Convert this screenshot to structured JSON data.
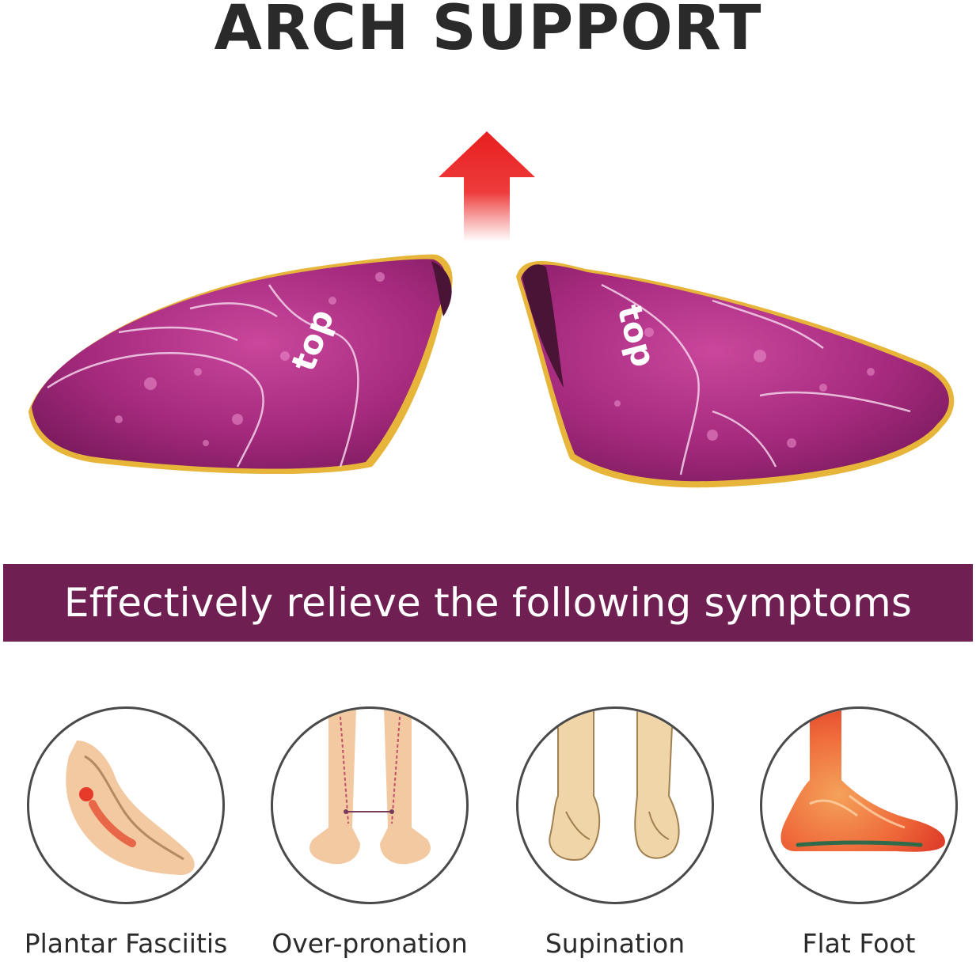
{
  "header": {
    "title": "ARCH SUPPORT"
  },
  "product": {
    "brand_mark": "top",
    "arrow_icon": "up-arrow-icon",
    "colors": {
      "insole": "#9b1f74",
      "edge": "#e6b53a",
      "arrow": "#e81f1f"
    }
  },
  "banner": {
    "text": "Effectively relieve the following symptoms",
    "color": "#6f1f52"
  },
  "symptoms": [
    {
      "label": "Plantar Fasciitis",
      "icon": "heel-pain-icon"
    },
    {
      "label": "Over-pronation",
      "icon": "legs-pronation-icon"
    },
    {
      "label": "Supination",
      "icon": "feet-supination-icon"
    },
    {
      "label": "Flat Foot",
      "icon": "flat-foot-icon"
    }
  ]
}
